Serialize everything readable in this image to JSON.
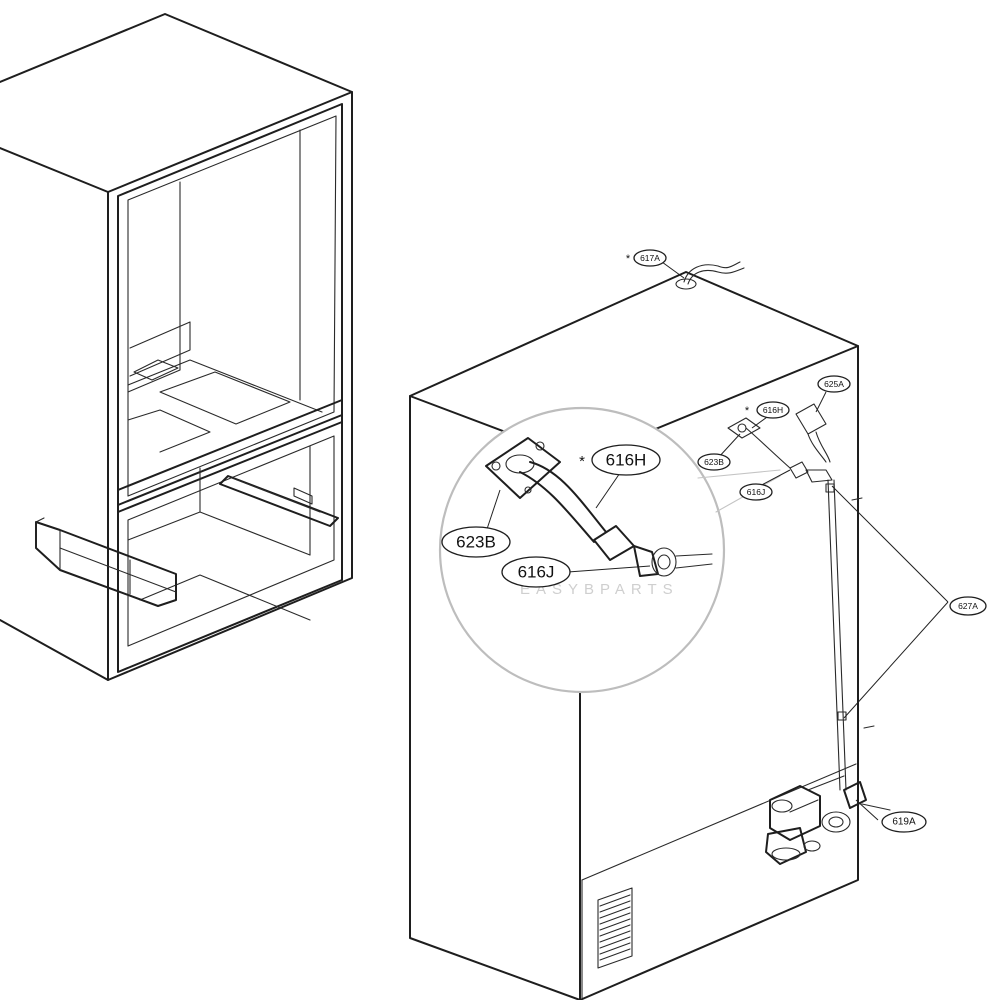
{
  "callouts": {
    "c617A": "617A",
    "c625A": "625A",
    "c616H_small": "616H",
    "c623B_small": "623B",
    "c616J_small": "616J",
    "c627A": "627A",
    "c619A": "619A",
    "c616H_big": "616H",
    "c623B_big": "623B",
    "c616J_big": "616J"
  },
  "service_part_mark": "*"
}
